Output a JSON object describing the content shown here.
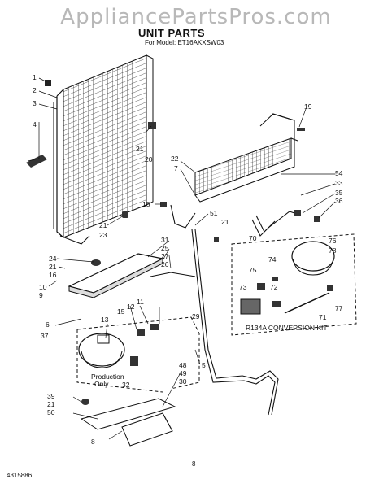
{
  "watermark": "AppliancePartsPros.com",
  "title": "UNIT PARTS",
  "subtitle": "For Model: ET16AKXSW03",
  "footer_code": "4315886",
  "page_number": "8",
  "conversion_kit_label": "R134A CONVERSION KIT",
  "production_label": "Production\nOnly",
  "callouts": [
    {
      "id": "c1",
      "text": "1"
    },
    {
      "id": "c2",
      "text": "2"
    },
    {
      "id": "c3",
      "text": "3"
    },
    {
      "id": "c4",
      "text": "4"
    },
    {
      "id": "c19",
      "text": "19"
    },
    {
      "id": "c21a",
      "text": "21"
    },
    {
      "id": "c20",
      "text": "20"
    },
    {
      "id": "c22",
      "text": "22"
    },
    {
      "id": "c7",
      "text": "7"
    },
    {
      "id": "c54",
      "text": "54"
    },
    {
      "id": "c33",
      "text": "33"
    },
    {
      "id": "c35",
      "text": "35"
    },
    {
      "id": "c36",
      "text": "36"
    },
    {
      "id": "c18",
      "text": "18"
    },
    {
      "id": "c21b",
      "text": "21"
    },
    {
      "id": "c23",
      "text": "23"
    },
    {
      "id": "c51",
      "text": "51"
    },
    {
      "id": "c21c",
      "text": "21"
    },
    {
      "id": "c31",
      "text": "31"
    },
    {
      "id": "c25",
      "text": "25"
    },
    {
      "id": "c27",
      "text": "27"
    },
    {
      "id": "c26",
      "text": "26"
    },
    {
      "id": "c24",
      "text": "24"
    },
    {
      "id": "c21d",
      "text": "21"
    },
    {
      "id": "c16",
      "text": "16"
    },
    {
      "id": "c10",
      "text": "10"
    },
    {
      "id": "c9",
      "text": "9"
    },
    {
      "id": "c70",
      "text": "70"
    },
    {
      "id": "c76",
      "text": "76"
    },
    {
      "id": "c78",
      "text": "78"
    },
    {
      "id": "c74",
      "text": "74"
    },
    {
      "id": "c75",
      "text": "75"
    },
    {
      "id": "c73",
      "text": "73"
    },
    {
      "id": "c72",
      "text": "72"
    },
    {
      "id": "c77",
      "text": "77"
    },
    {
      "id": "c71",
      "text": "71"
    },
    {
      "id": "c6",
      "text": "6"
    },
    {
      "id": "c37",
      "text": "37"
    },
    {
      "id": "c13",
      "text": "13"
    },
    {
      "id": "c15",
      "text": "15"
    },
    {
      "id": "c12",
      "text": "12"
    },
    {
      "id": "c11",
      "text": "11"
    },
    {
      "id": "c29",
      "text": "29"
    },
    {
      "id": "c5",
      "text": "5"
    },
    {
      "id": "c48",
      "text": "48"
    },
    {
      "id": "c49",
      "text": "49"
    },
    {
      "id": "c30",
      "text": "30"
    },
    {
      "id": "c32",
      "text": "32"
    },
    {
      "id": "c39",
      "text": "39"
    },
    {
      "id": "c21e",
      "text": "21"
    },
    {
      "id": "c50",
      "text": "50"
    },
    {
      "id": "c8",
      "text": "8"
    }
  ]
}
